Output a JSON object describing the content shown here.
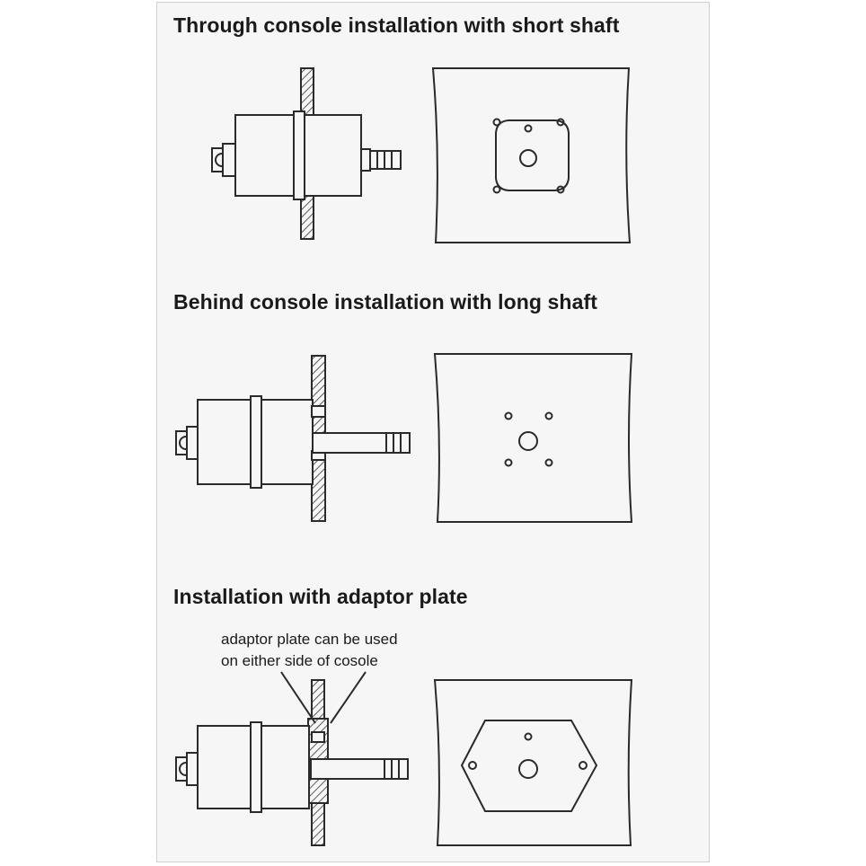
{
  "headings": {
    "short_shaft": "Through console installation with short shaft",
    "long_shaft": "Behind console installation with long shaft",
    "adaptor_plate": "Installation with adaptor plate"
  },
  "annotation": {
    "line1": "adaptor plate can be used",
    "line2": "on either side of cosole"
  }
}
